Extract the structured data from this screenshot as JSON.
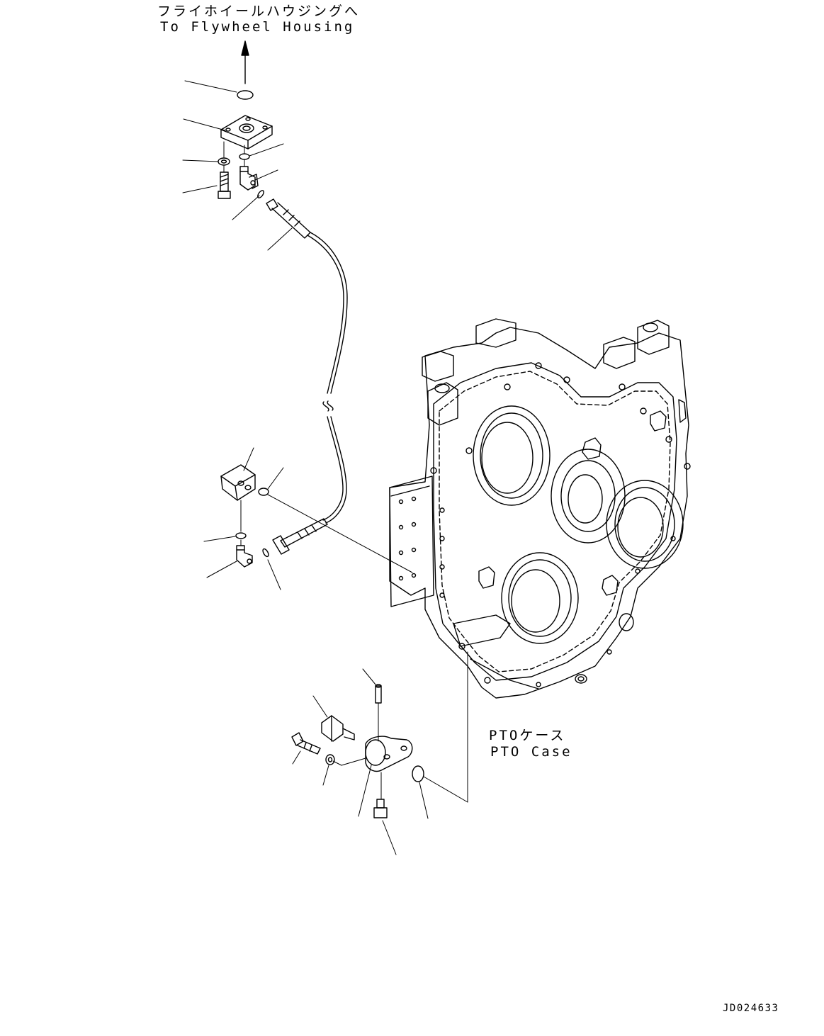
{
  "labels": {
    "flywheel_jp": "フライホイールハウジングへ",
    "flywheel_en": "To Flywheel Housing",
    "pto_jp": "PTOケース",
    "pto_en": "PTO Case",
    "drawing_code": "JD024633"
  },
  "colors": {
    "line": "#000000",
    "background": "#ffffff"
  }
}
